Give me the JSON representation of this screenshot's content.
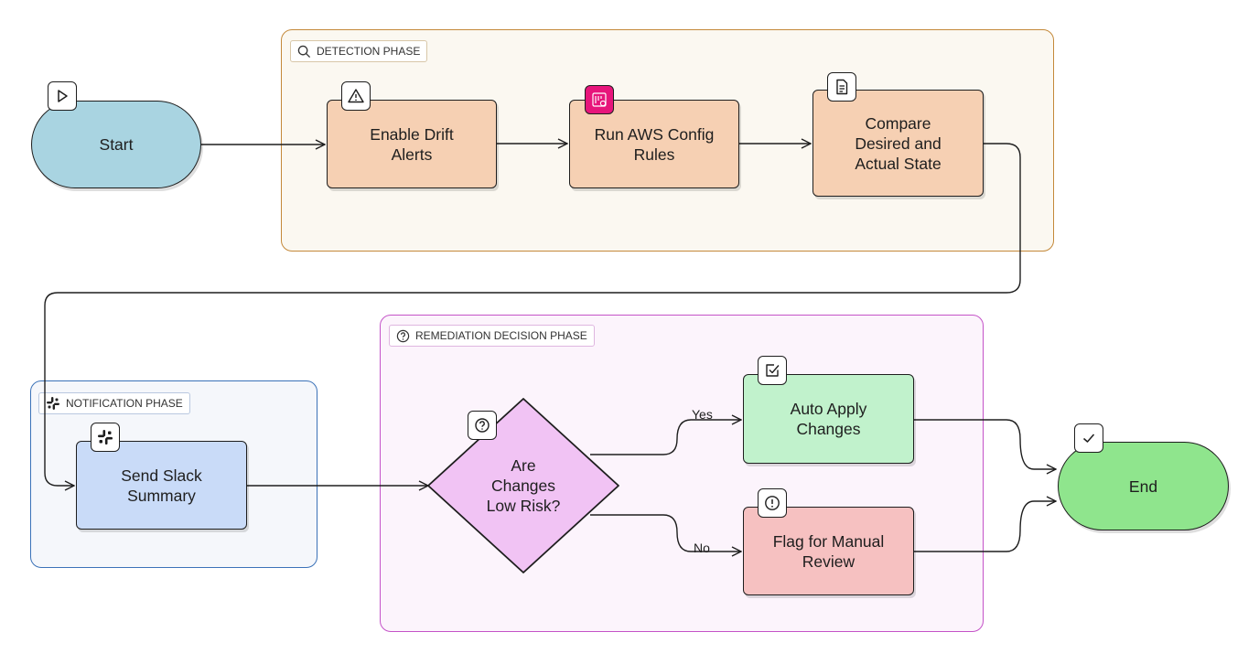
{
  "groups": {
    "detection": "DETECTION PHASE",
    "notification": "NOTIFICATION PHASE",
    "remediation": "REMEDIATION DECISION PHASE"
  },
  "nodes": {
    "start": "Start",
    "enable_drift": "Enable Drift\nAlerts",
    "aws_config": "Run AWS Config\nRules",
    "compare": "Compare\nDesired and\nActual State",
    "slack": "Send Slack\nSummary",
    "decision": "Are\nChanges\nLow Risk?",
    "auto_apply": "Auto Apply\nChanges",
    "flag_review": "Flag for Manual\nReview",
    "end": "End"
  },
  "edge_labels": {
    "yes": "Yes",
    "no": "No"
  },
  "colors": {
    "start": "#a9d4e1",
    "detection_step": "#f6d0b3",
    "slack": "#c9dbf8",
    "decision": "#f1c3f4",
    "auto_apply": "#c1f2cc",
    "flag_review": "#f6c1c1",
    "end": "#8fe58d",
    "aws_icon": "#e7157b"
  },
  "icons": {
    "start": "play-icon",
    "enable_drift": "warning-icon",
    "aws_config": "aws-config-icon",
    "compare": "document-icon",
    "slack": "slack-icon",
    "decision": "question-icon",
    "auto_apply": "checkbox-icon",
    "flag_review": "alert-octagon-icon",
    "end": "check-icon"
  }
}
